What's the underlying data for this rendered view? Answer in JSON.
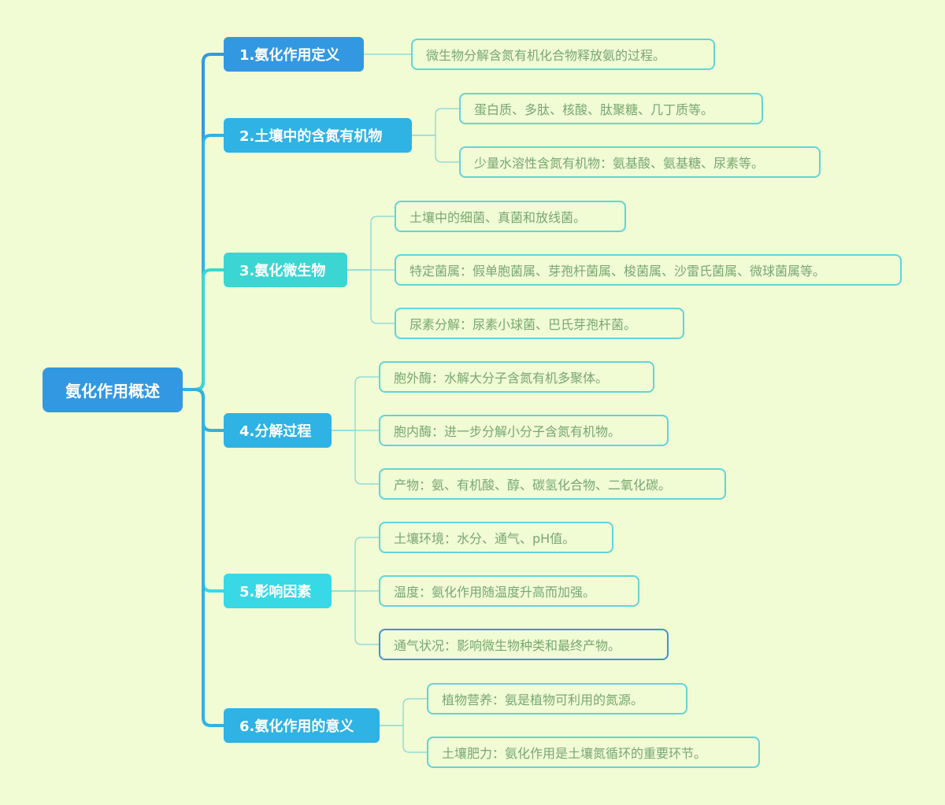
{
  "root": {
    "label": "氨化作用概述",
    "color": "#3398e2"
  },
  "branches": [
    {
      "label": "1.氨化作用定义",
      "color": "#3398e2",
      "items": [
        "微生物分解含氮有机化合物释放氨的过程。"
      ]
    },
    {
      "label": "2.土壤中的含氮有机物",
      "color": "#2fb2e4",
      "items": [
        "蛋白质、多肽、核酸、肽聚糖、几丁质等。",
        "少量水溶性含氮有机物：氨基酸、氨基糖、尿素等。"
      ]
    },
    {
      "label": "3.氨化微生物",
      "color": "#3cd6d2",
      "items": [
        "土壤中的细菌、真菌和放线菌。",
        "特定菌属：假单胞菌属、芽孢杆菌属、梭菌属、沙雷氏菌属、微球菌属等。",
        "尿素分解：尿素小球菌、巴氏芽孢杆菌。"
      ]
    },
    {
      "label": "4.分解过程",
      "color": "#2fb2e4",
      "items": [
        "胞外酶：水解大分子含氮有机多聚体。",
        "胞内酶：进一步分解小分子含氮有机物。",
        "产物：氨、有机酸、醇、碳氢化合物、二氧化碳。"
      ]
    },
    {
      "label": "5.影响因素",
      "color": "#38d8e6",
      "items": [
        "土壤环境：水分、通气、pH值。",
        "温度：氨化作用随温度升高而加强。",
        "通气状况：影响微生物种类和最终产物。"
      ]
    },
    {
      "label": "6.氨化作用的意义",
      "color": "#2fb2e4",
      "items": [
        "植物营养：氨是植物可利用的氮源。",
        "土壤肥力：氨化作用是土壤氮循环的重要环节。"
      ]
    }
  ]
}
